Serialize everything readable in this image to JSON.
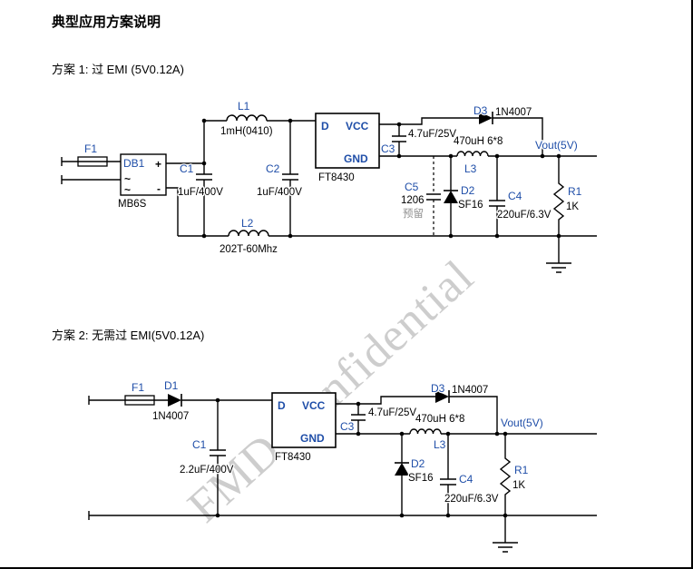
{
  "page": {
    "title": "典型应用方案说明",
    "watermark": "FMD Confidential"
  },
  "colors": {
    "label_blue": "#1f4ea8",
    "wire_black": "#000000",
    "note_gray": "#8f8f8f",
    "watermark_gray": "#8a8a8a"
  },
  "s1": {
    "heading": "方案 1: 过 EMI (5V0.12A)",
    "f1": "F1",
    "db1_ref": "DB1",
    "db1_part": "MB6S",
    "plus": "+",
    "minus": "-",
    "ac1": "~",
    "ac2": "~",
    "l1_ref": "L1",
    "l1_val": "1mH(0410)",
    "c1_ref": "C1",
    "c1_val": "1uF/400V",
    "c2_ref": "C2",
    "c2_val": "1uF/400V",
    "l2_ref": "L2",
    "l2_val": "202T-60Mhz",
    "ic_pin_d": "D",
    "ic_pin_vcc": "VCC",
    "ic_pin_gnd": "GND",
    "ic_part": "FT8430",
    "c3_ref": "C3",
    "c3_val": "4.7uF/25V",
    "d3_ref": "D3",
    "d3_val": "1N4007",
    "l3_ref": "L3",
    "l3_val": "470uH 6*8",
    "c5_ref": "C5",
    "c5_val": "1206",
    "c5_note": "预留",
    "d2_ref": "D2",
    "d2_val": "SF16",
    "c4_ref": "C4",
    "c4_val": "220uF/6.3V",
    "r1_ref": "R1",
    "r1_val": "1K",
    "vout": "Vout(5V)"
  },
  "s2": {
    "heading": "方案 2: 无需过 EMI(5V0.12A)",
    "f1": "F1",
    "d1_ref": "D1",
    "d1_val": "1N4007",
    "c1_ref": "C1",
    "c1_val": "2.2uF/400V",
    "ic_pin_d": "D",
    "ic_pin_vcc": "VCC",
    "ic_pin_gnd": "GND",
    "ic_part": "FT8430",
    "c3_ref": "C3",
    "c3_val": "4.7uF/25V",
    "d3_ref": "D3",
    "d3_val": "1N4007",
    "l3_ref": "L3",
    "l3_val": "470uH 6*8",
    "d2_ref": "D2",
    "d2_val": "SF16",
    "c4_ref": "C4",
    "c4_val": "220uF/6.3V",
    "r1_ref": "R1",
    "r1_val": "1K",
    "vout": "Vout(5V)"
  }
}
